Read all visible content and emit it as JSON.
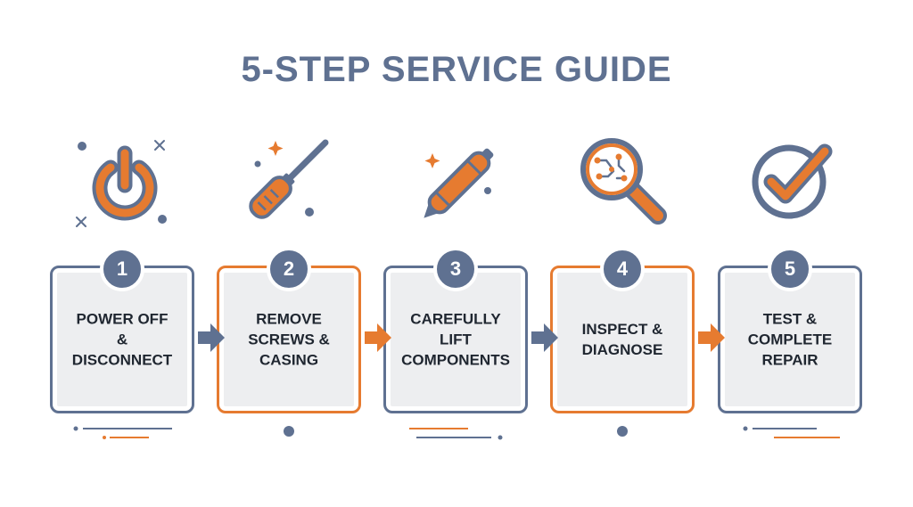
{
  "title": "5-STEP SERVICE GUIDE",
  "colors": {
    "slate": "#5f7191",
    "orange": "#e67b30",
    "card_fill": "#edeef0",
    "text": "#1f2630"
  },
  "steps": [
    {
      "number": "1",
      "label": "POWER OFF\n&\nDISCONNECT",
      "icon": "power-icon",
      "border": "slate"
    },
    {
      "number": "2",
      "label": "REMOVE\nSCREWS &\nCASING",
      "icon": "screwdriver-icon",
      "border": "orange"
    },
    {
      "number": "3",
      "label": "CAREFULLY\nLIFT\nCOMPONENTS",
      "icon": "pry-tool-icon",
      "border": "slate"
    },
    {
      "number": "4",
      "label": "INSPECT &\nDIAGNOSE",
      "icon": "magnifier-circuit-icon",
      "border": "orange"
    },
    {
      "number": "5",
      "label": "TEST &\nCOMPLETE\nREPAIR",
      "icon": "checkmark-icon",
      "border": "slate"
    }
  ],
  "arrows": [
    "slate",
    "orange",
    "slate",
    "orange"
  ]
}
